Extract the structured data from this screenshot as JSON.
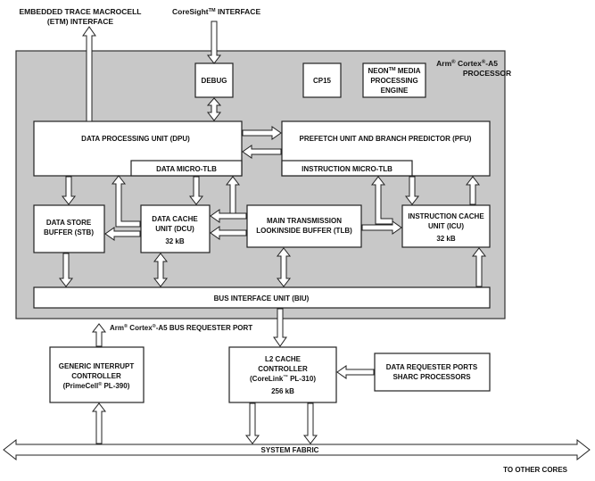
{
  "processor": {
    "title_pre": "Arm",
    "title_sup": "®",
    "title_post": " Cortex",
    "title_sup2": "®",
    "title_end": "-A5",
    "subtitle": "PROCESSOR"
  },
  "external": {
    "etm_line1": "EMBEDDED TRACE MACROCELL",
    "etm_line2": "(ETM) INTERFACE",
    "coresight": "CoreSight",
    "coresight_sup": "TM",
    "coresight_post": " INTERFACE",
    "bus_req_pre": "Arm",
    "bus_req_sup": "®",
    "bus_req_mid": " Cortex",
    "bus_req_sup2": "®",
    "bus_req_post": "-A5 BUS REQUESTER PORT",
    "other_cores": "TO OTHER CORES"
  },
  "blocks": {
    "debug": "DEBUG",
    "cp15": "CP15",
    "neon_l1": "NEON",
    "neon_sup": "TM",
    "neon_l1b": " MEDIA",
    "neon_l2": "PROCESSING",
    "neon_l3": "ENGINE",
    "dpu": "DATA PROCESSING UNIT (DPU)",
    "data_micro_tlb": "DATA MICRO-TLB",
    "pfu": "PREFETCH UNIT AND BRANCH PREDICTOR (PFU)",
    "instr_micro_tlb": "INSTRUCTION MICRO-TLB",
    "stb_l1": "DATA STORE",
    "stb_l2": "BUFFER (STB)",
    "dcu_l1": "DATA CACHE",
    "dcu_l2": "UNIT (DCU)",
    "dcu_size": "32 kB",
    "tlb_l1": "MAIN TRANSMISSION",
    "tlb_l2": "LOOKINSIDE BUFFER (TLB)",
    "icu_l1": "INSTRUCTION CACHE",
    "icu_l2": "UNIT (ICU)",
    "icu_size": "32 kB",
    "biu": "BUS INTERFACE UNIT (BIU)",
    "gic_l1": "GENERIC INTERRUPT",
    "gic_l2": "CONTROLLER",
    "gic_l3_pre": "(PrimeCell",
    "gic_l3_sup": "®",
    "gic_l3_post": " PL-390)",
    "l2_l1": "L2 CACHE",
    "l2_l2": "CONTROLLER",
    "l2_l3_pre": "(CoreLink",
    "l2_l3_sup": "™",
    "l2_l3_post": " PL-310)",
    "l2_size": "256 kB",
    "drp_l1": "DATA REQUESTER PORTS",
    "drp_l2": "SHARC PROCESSORS",
    "fabric": "SYSTEM FABRIC"
  }
}
